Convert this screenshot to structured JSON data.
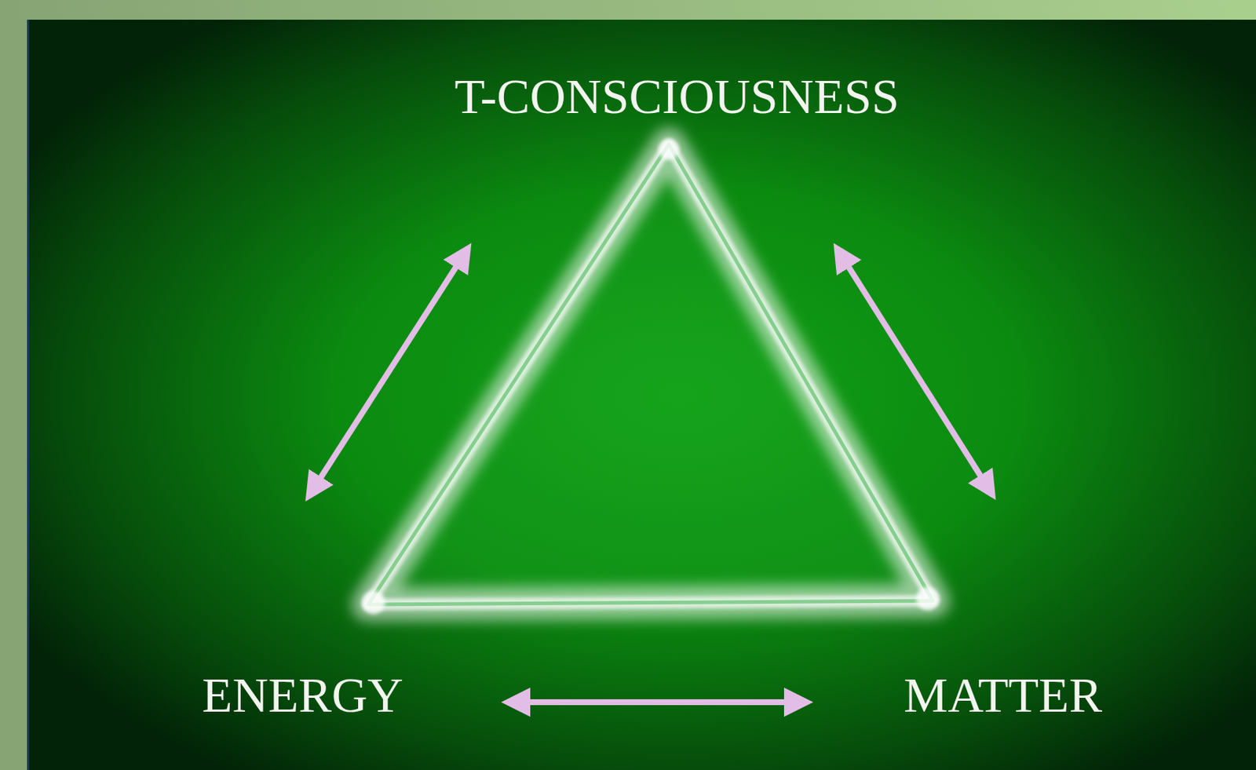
{
  "diagram": {
    "labels": [
      "T-CONSCIOUSNESS",
      "ENERGY",
      "MATTER"
    ]
  }
}
